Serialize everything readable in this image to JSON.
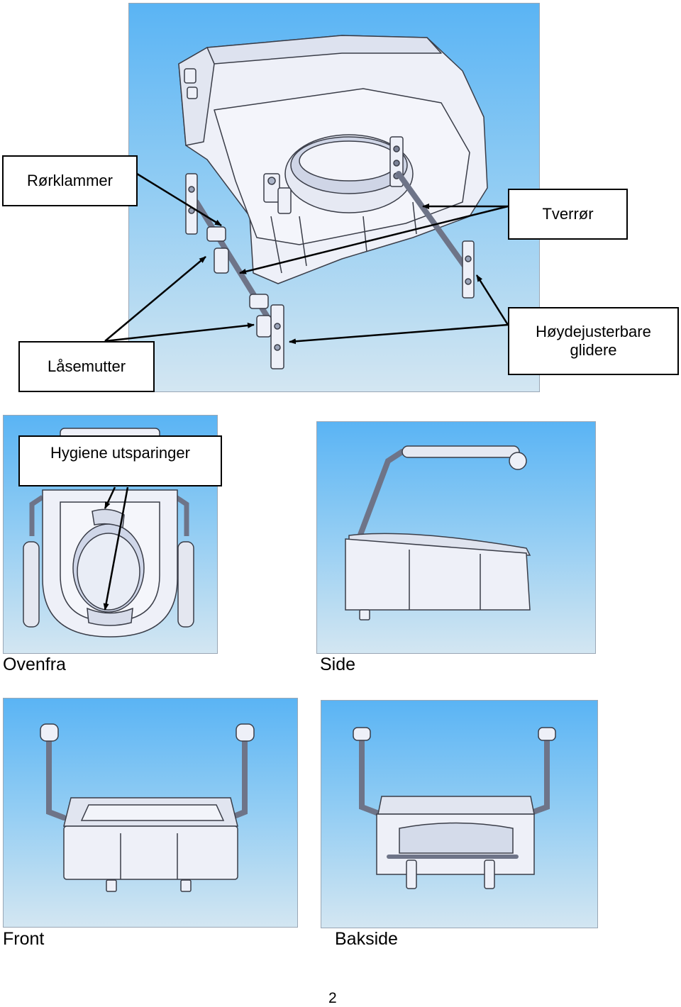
{
  "callouts": {
    "rorklammer": "Rørklammer",
    "tverror": "Tverrør",
    "hoydejusterbare": "Høydejusterbare",
    "glidere": "glidere",
    "lasemutter": "Låsemutter",
    "hygiene": "Hygiene utsparinger"
  },
  "captions": {
    "ovenfra": "Ovenfra",
    "side": "Side",
    "front": "Front",
    "bakside": "Bakside"
  },
  "page_number": "2",
  "colors": {
    "sky_top": "#5ab4f4",
    "sky_bottom": "#d3e6f2",
    "part_fill": "#eef0f8",
    "part_stroke": "#3a3d48",
    "rod": "#6e7488"
  }
}
